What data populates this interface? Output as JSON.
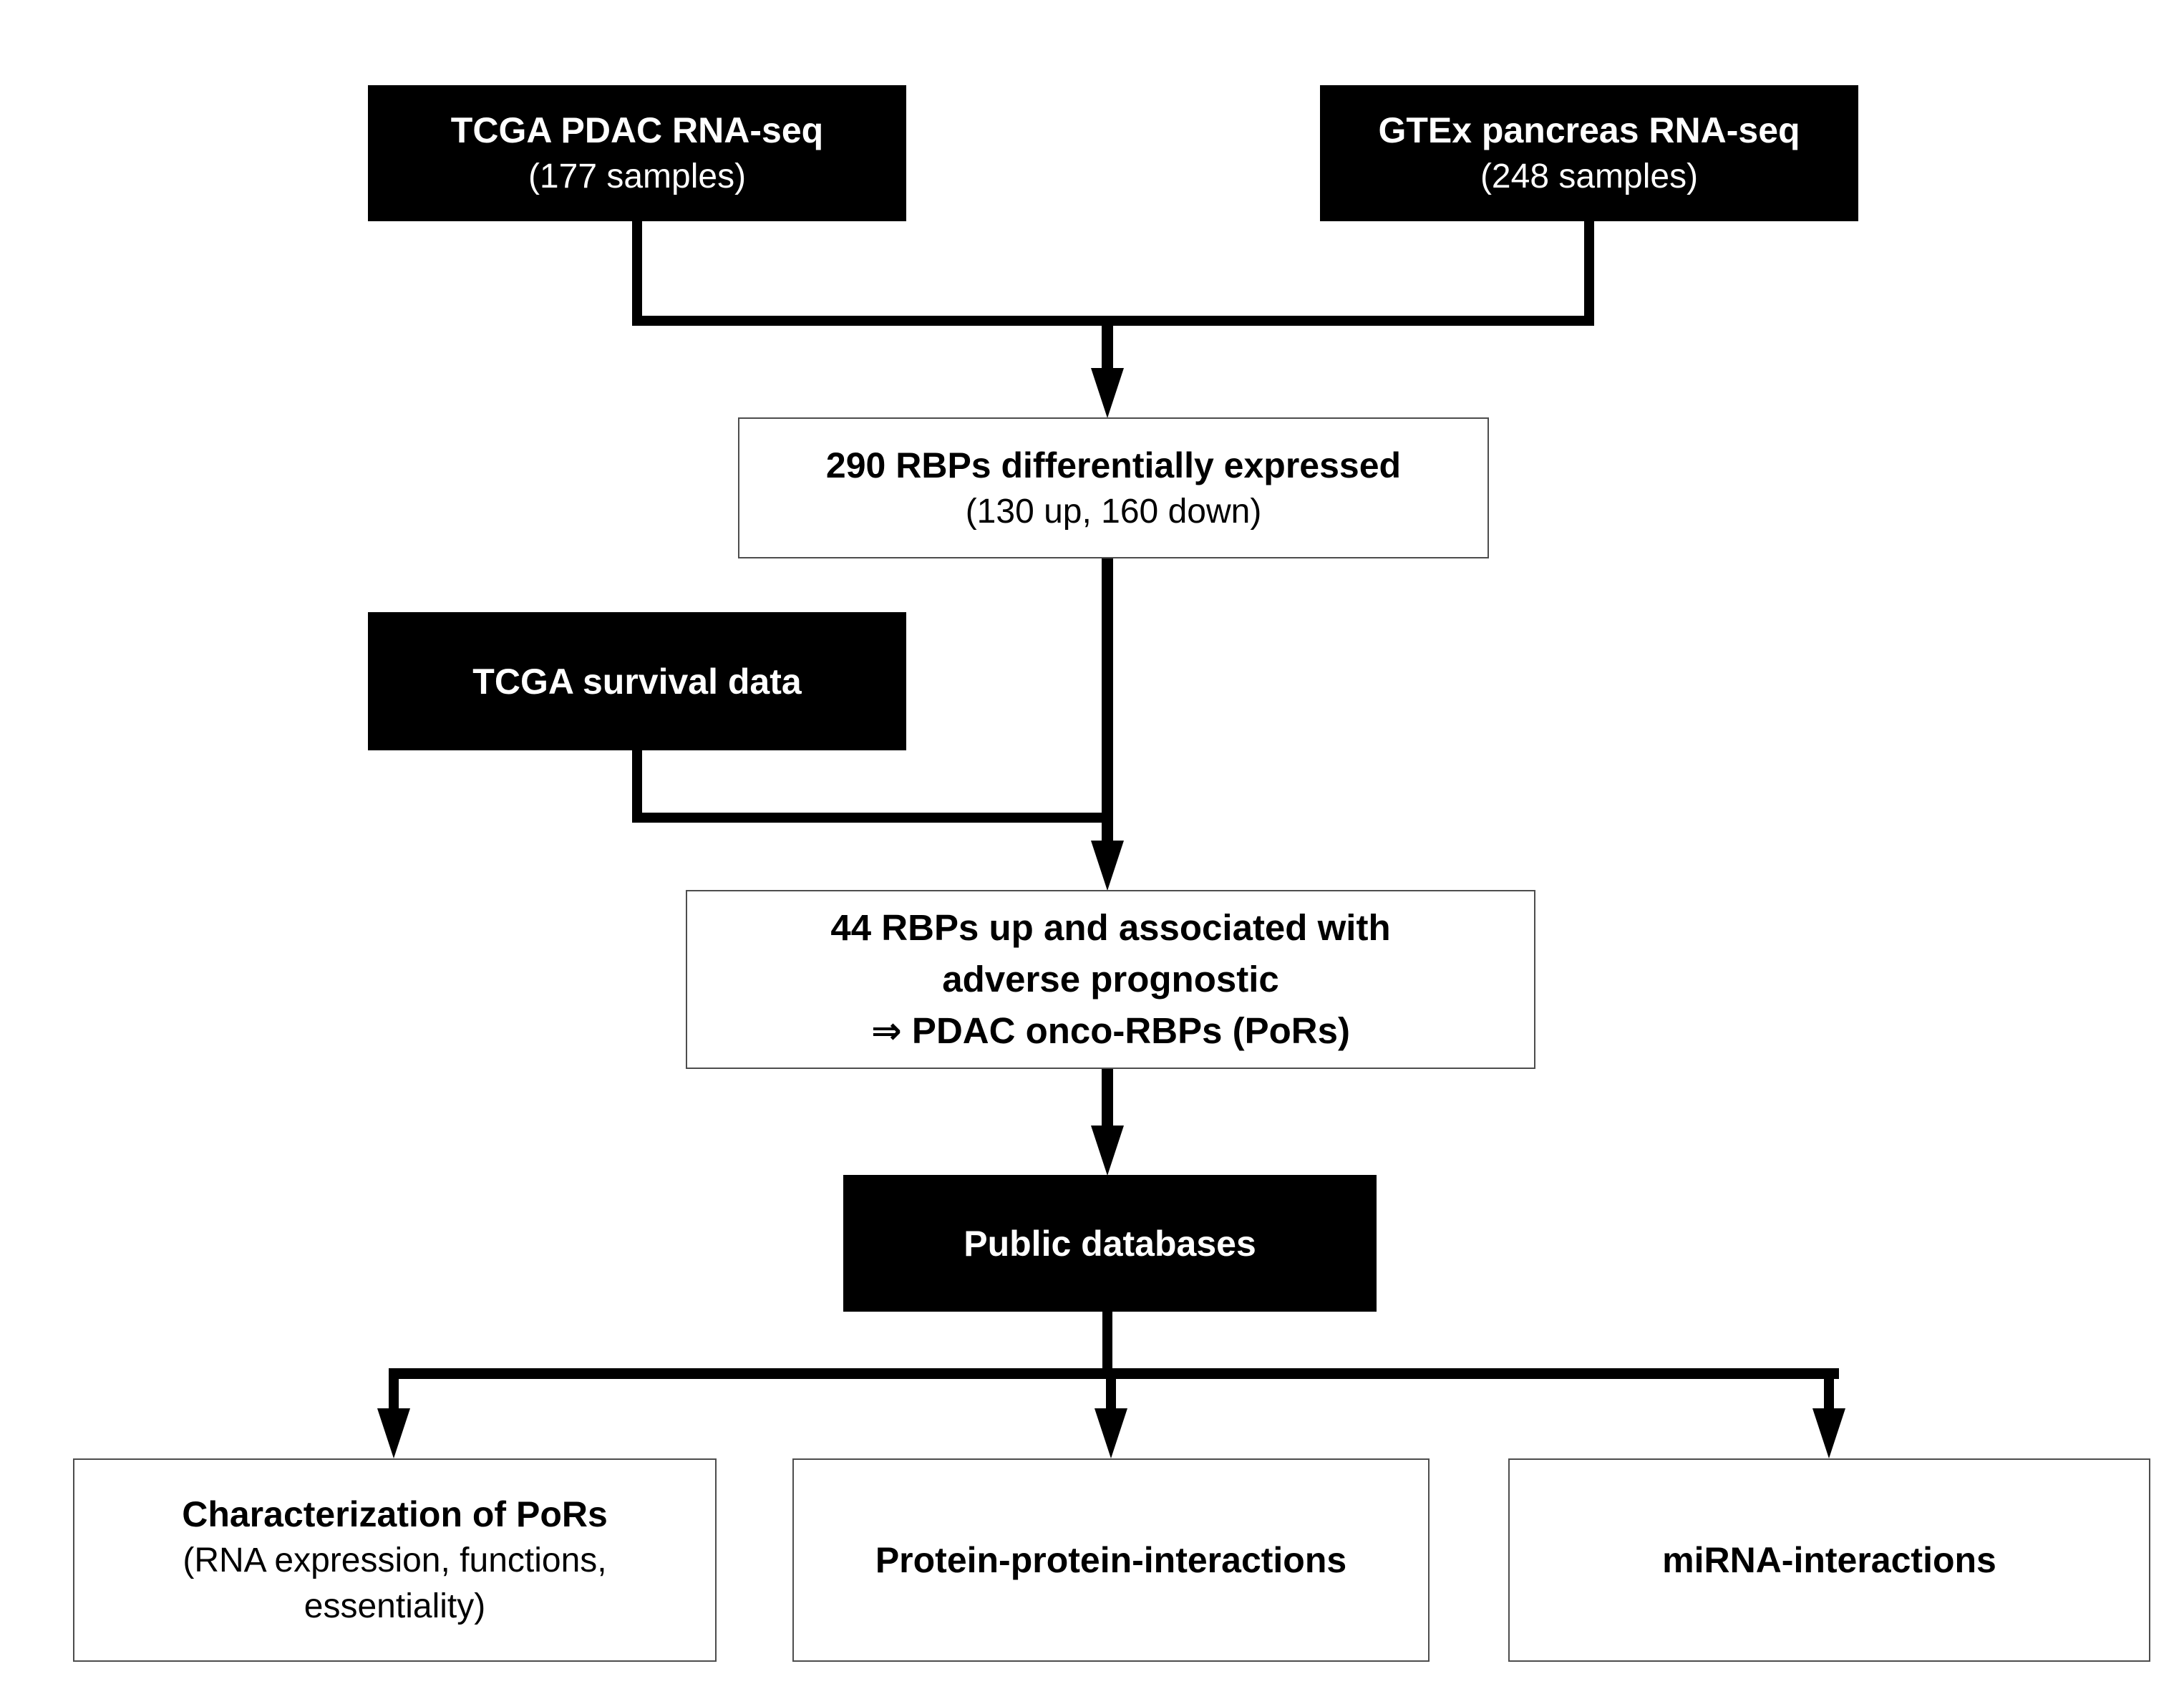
{
  "figure": {
    "type": "flowchart",
    "description": "Study workflow identifying PDAC onco-RBPs (PoRs) from TCGA and GTEx RNA-seq data"
  },
  "colors": {
    "node_fill_dark": "#000000",
    "node_text_dark": "#ffffff",
    "node_fill_light": "#ffffff",
    "node_text_light": "#000000",
    "node_border_light": "#4d4d4d",
    "connector": "#000000",
    "background": "#ffffff"
  },
  "nodes": {
    "tcga_pdac": {
      "title": "TCGA PDAC RNA-seq",
      "subtitle": "(177 samples)"
    },
    "gtex": {
      "title": "GTEx pancreas RNA-seq",
      "subtitle": "(248 samples)"
    },
    "de_rbps": {
      "title": "290 RBPs differentially expressed",
      "subtitle": "(130 up, 160 down)"
    },
    "survival": {
      "title": "TCGA survival data"
    },
    "pors": {
      "line1": "44 RBPs up and associated with",
      "line2": "adverse prognostic",
      "line3": "⇒ PDAC onco-RBPs (PoRs)"
    },
    "public_db": {
      "title": "Public databases"
    },
    "characterization": {
      "title": "Characterization of PoRs",
      "line2": "(RNA expression, functions,",
      "line3": "essentiality)"
    },
    "ppi": {
      "title": "Protein-protein-interactions"
    },
    "mirna": {
      "title": "miRNA-interactions"
    }
  },
  "edges": [
    {
      "from": "tcga_pdac",
      "to": "de_rbps",
      "arrow": true
    },
    {
      "from": "gtex",
      "to": "de_rbps",
      "arrow": true
    },
    {
      "from": "de_rbps",
      "to": "pors",
      "arrow": true
    },
    {
      "from": "survival",
      "to": "pors",
      "arrow": true
    },
    {
      "from": "pors",
      "to": "public_db",
      "arrow": true
    },
    {
      "from": "public_db",
      "to": "characterization",
      "arrow": true
    },
    {
      "from": "public_db",
      "to": "ppi",
      "arrow": true
    },
    {
      "from": "public_db",
      "to": "mirna",
      "arrow": true
    }
  ]
}
